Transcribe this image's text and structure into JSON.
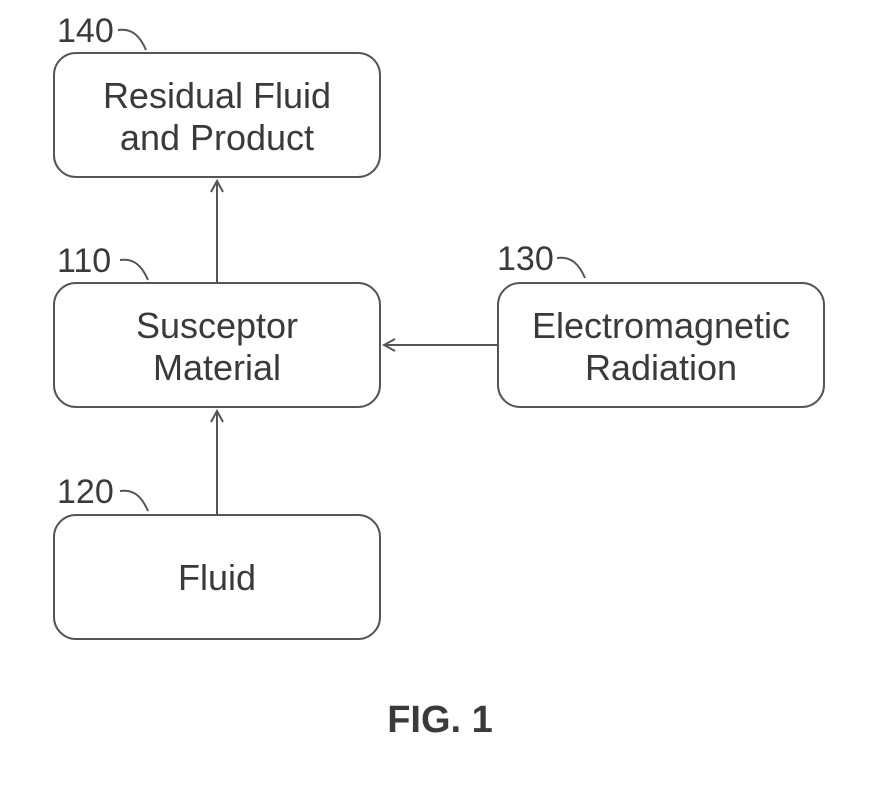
{
  "figure_label": "FIG. 1",
  "boxes": {
    "residual": {
      "ref": "140",
      "line1": "Residual Fluid",
      "line2": "and Product"
    },
    "susceptor": {
      "ref": "110",
      "line1": "Susceptor",
      "line2": "Material"
    },
    "radiation": {
      "ref": "130",
      "line1": "Electromagnetic",
      "line2": "Radiation"
    },
    "fluid": {
      "ref": "120",
      "line1": "Fluid"
    }
  },
  "connections": [
    {
      "from": "fluid",
      "to": "susceptor"
    },
    {
      "from": "radiation",
      "to": "susceptor"
    },
    {
      "from": "susceptor",
      "to": "residual"
    }
  ],
  "colors": {
    "line": "#555555",
    "text": "#3a3a3a",
    "background": "#ffffff"
  }
}
